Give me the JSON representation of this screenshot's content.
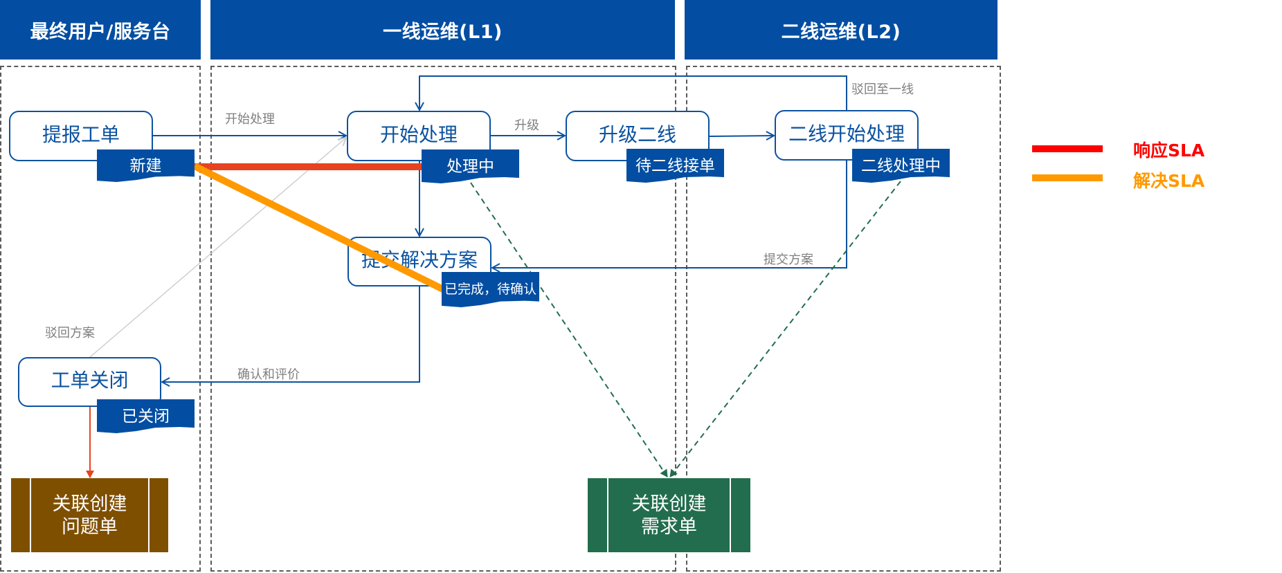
{
  "lanes": [
    {
      "title": "最终用户/服务台"
    },
    {
      "title": "一线运维(L1)"
    },
    {
      "title": "二线运维(L2)"
    }
  ],
  "nodes": {
    "submit_ticket": {
      "label": "提报工单",
      "status": "新建"
    },
    "start_processing": {
      "label": "开始处理",
      "status": "处理中"
    },
    "escalate_l2": {
      "label": "升级二线",
      "status": "待二线接单"
    },
    "l2_start_processing": {
      "label": "二线开始处理",
      "status": "二线处理中"
    },
    "submit_solution": {
      "label": "提交解决方案",
      "status": "已完成，待确认"
    },
    "close_ticket": {
      "label": "工单关闭",
      "status": "已关闭"
    }
  },
  "subprocesses": {
    "problem": {
      "line1": "关联创建",
      "line2": "问题单",
      "color": "#7f4f00"
    },
    "requirement": {
      "line1": "关联创建",
      "line2": "需求单",
      "color": "#226d4d"
    }
  },
  "flow_labels": {
    "start_processing": "开始处理",
    "escalate": "升级",
    "reject_to_l1": "驳回至一线",
    "submit_plan": "提交方案",
    "reject_solution": "驳回方案",
    "confirm_evaluate": "确认和评价"
  },
  "legend": [
    {
      "label": "响应SLA",
      "color": "#ff0000"
    },
    {
      "label": "解决SLA",
      "color": "#ff9900"
    }
  ],
  "colors": {
    "primary": "#034ea2",
    "response_sla": "#e84320",
    "resolve_sla": "#ff9900",
    "dashed_link": "#226d4d"
  }
}
